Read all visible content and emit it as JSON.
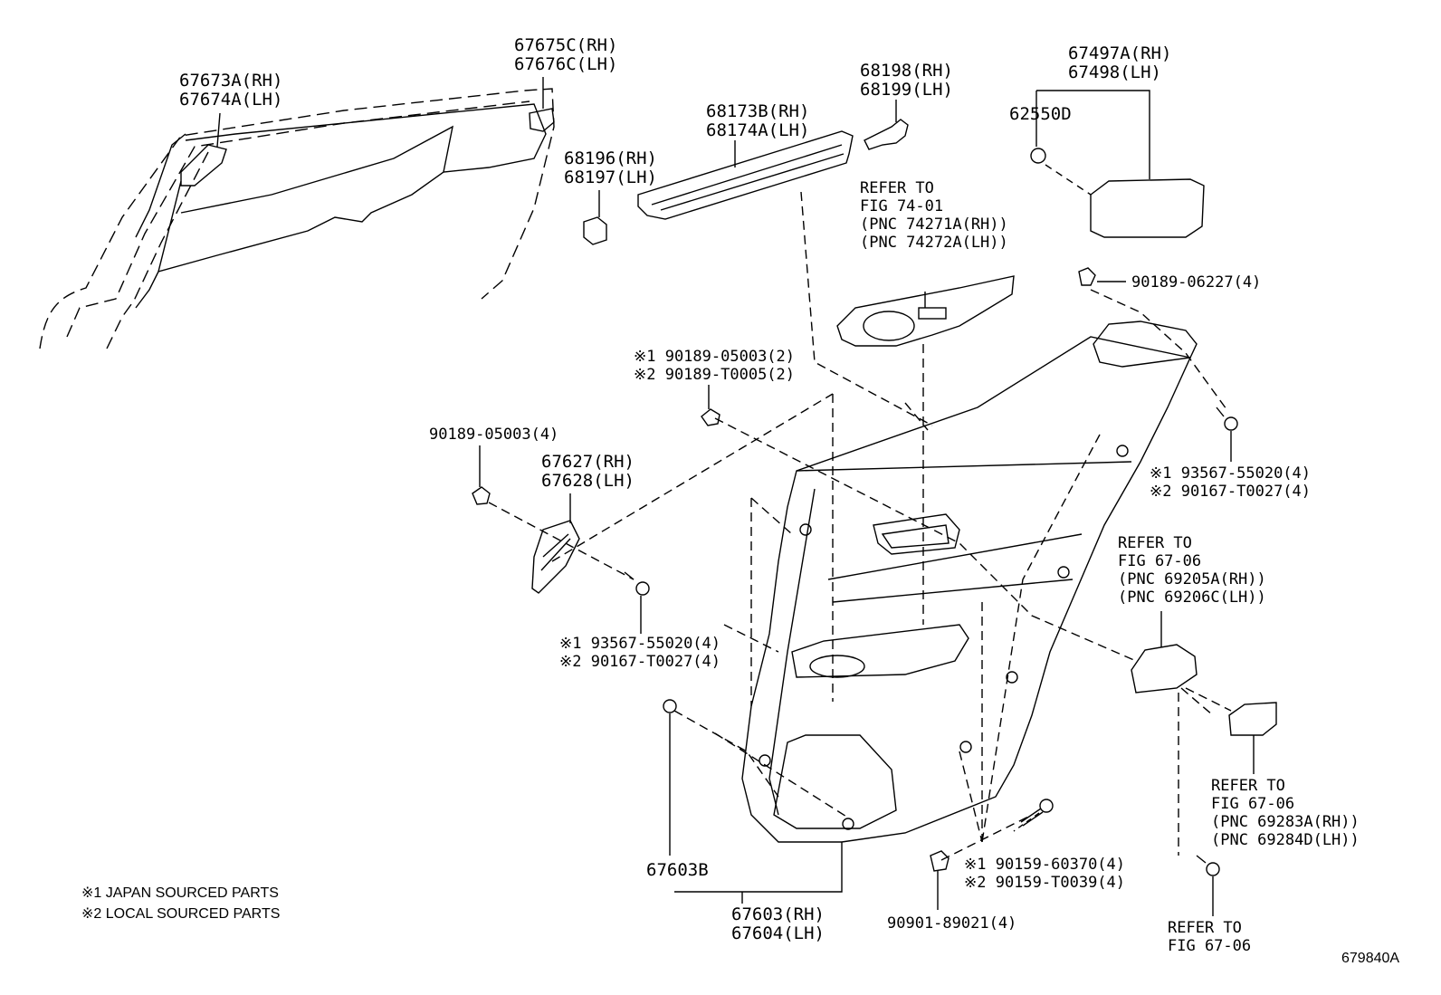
{
  "labels": {
    "p67673": [
      "67673A(RH)",
      "67674A(LH)"
    ],
    "p67675": [
      "67675C(RH)",
      "67676C(LH)"
    ],
    "p68173": [
      "68173B(RH)",
      "68174A(LH)"
    ],
    "p68198": [
      "68198(RH)",
      "68199(LH)"
    ],
    "p68196": [
      "68196(RH)",
      "68197(LH)"
    ],
    "p67497": [
      "67497A(RH)",
      "67498(LH)"
    ],
    "p62550": "62550D",
    "ref7401": [
      "REFER TO",
      "FIG 74-01",
      "(PNC 74271A(RH))",
      "(PNC 74272A(LH))"
    ],
    "p90189_06227": "90189-06227(4)",
    "p90189_05003_2": [
      "※1 90189-05003(2)",
      "※2 90189-T0005(2)"
    ],
    "p90189_05003_4": "90189-05003(4)",
    "p67627": [
      "67627(RH)",
      "67628(LH)"
    ],
    "p93567_right": [
      "※1 93567-55020(4)",
      "※2 90167-T0027(4)"
    ],
    "ref6706a": [
      "REFER TO",
      "FIG 67-06",
      "(PNC 69205A(RH))",
      "(PNC 69206C(LH))"
    ],
    "p93567_left": [
      "※1 93567-55020(4)",
      "※2 90167-T0027(4)"
    ],
    "ref6706b": [
      "REFER TO",
      "FIG 67-06",
      "(PNC 69283A(RH))",
      "(PNC 69284D(LH))"
    ],
    "p67603B": "67603B",
    "p67603": [
      "67603(RH)",
      "67604(LH)"
    ],
    "p90159": [
      "※1 90159-60370(4)",
      "※2 90159-T0039(4)"
    ],
    "p90901": "90901-89021(4)",
    "ref6706c": [
      "REFER TO",
      "FIG 67-06"
    ]
  },
  "notes": [
    "※1 JAPAN SOURCED PARTS",
    "※2 LOCAL SOURCED PARTS"
  ],
  "figure_id": "679840A"
}
